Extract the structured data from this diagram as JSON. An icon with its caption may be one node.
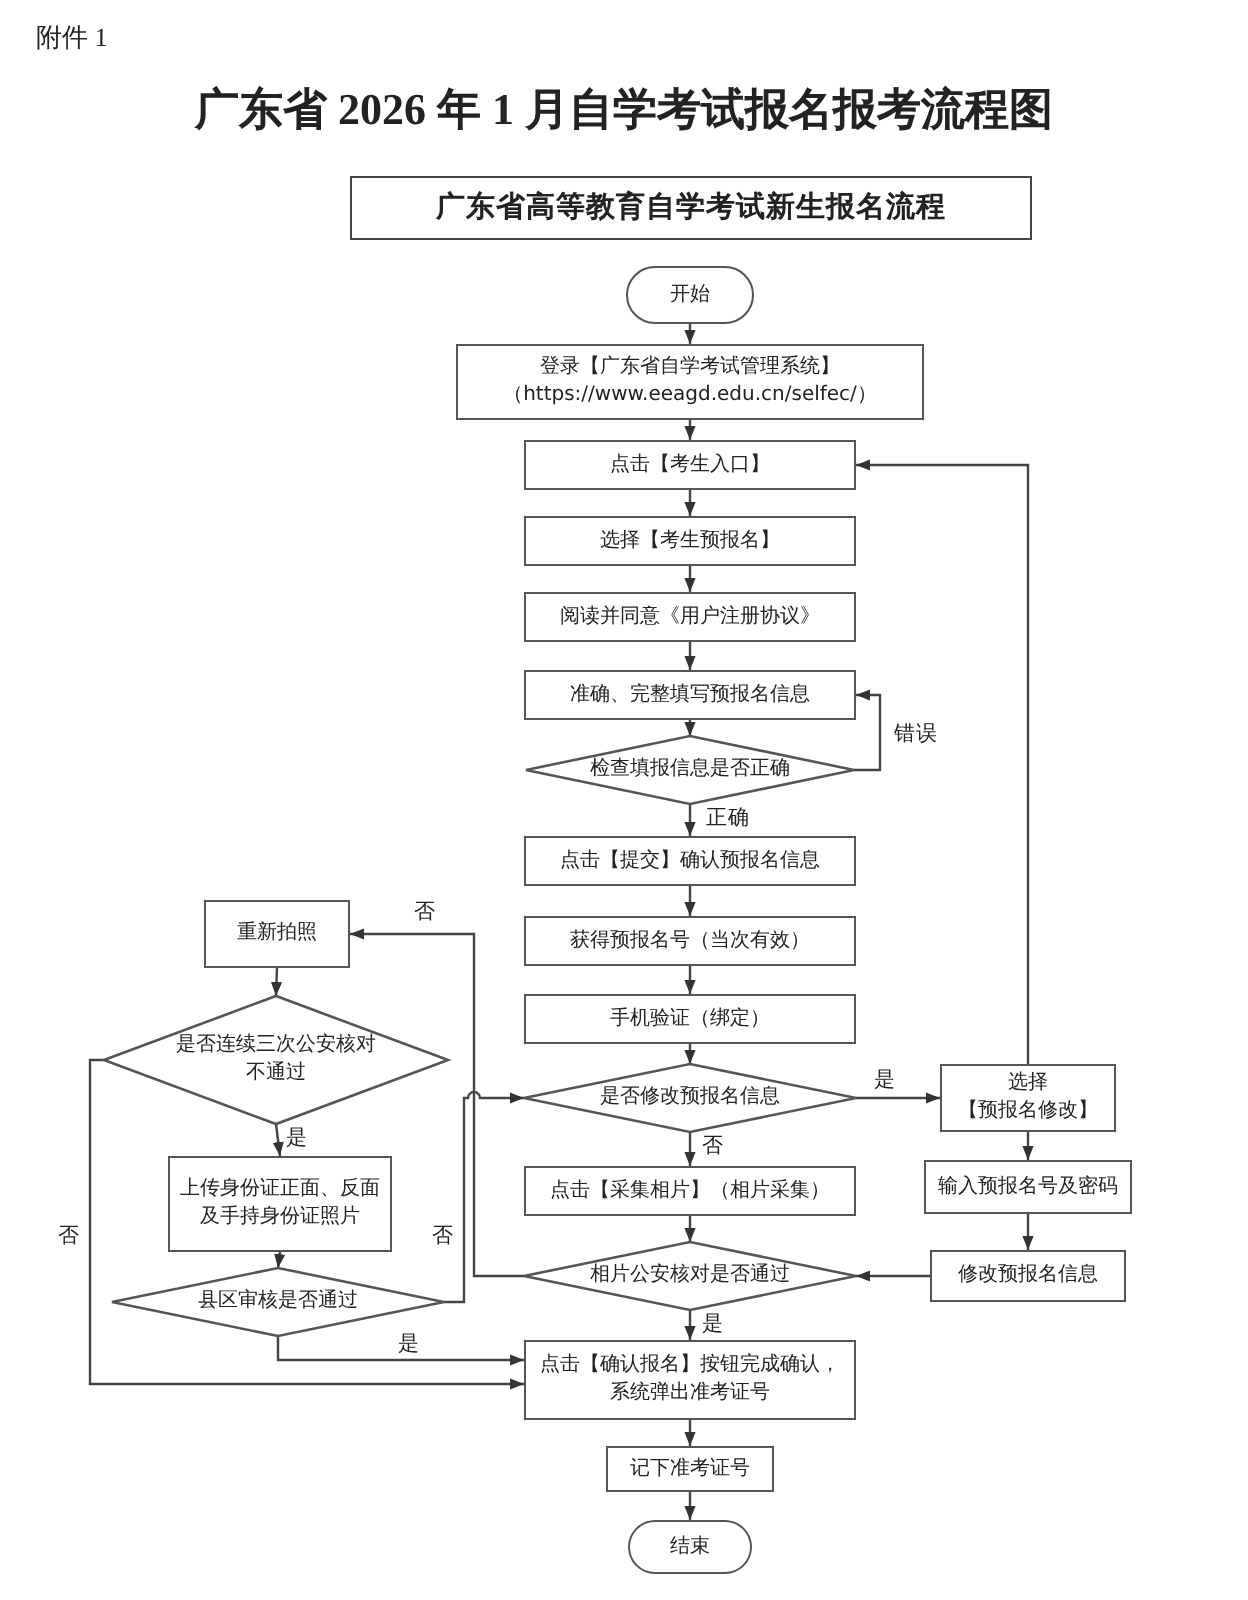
{
  "diagram": {
    "title": "广东省 2026 年 1 月自学考试报名报考流程图",
    "nodes": [
      {
        "text": [
          "广东省高等教育自学考试新生报名流程"
        ]
      },
      {
        "text": [
          "开始"
        ]
      },
      {
        "text": [
          "登录【广东省自学考试管理系统】（https://www.eeagd.edu.cn/selfec/）"
        ]
      },
      {
        "text": [
          "点击【考生入口】"
        ]
      },
      {
        "text": [
          "选择【考生预报名】"
        ]
      },
      {
        "text": [
          "阅读并同意《用户注册协议》"
        ]
      },
      {
        "text": [
          "准确、完整填写预报名信息"
        ]
      },
      {
        "text": [
          "检查填报信息是否正确"
        ]
      },
      {
        "text": [
          "点击【提交】确认预报名信息"
        ]
      },
      {
        "text": [
          "获得预报名号（当次有效）"
        ]
      },
      {
        "text": [
          "手机验证（绑定）"
        ]
      },
      {
        "text": [
          "是否修改预报名信息"
        ]
      },
      {
        "text": [
          "选择【预报名修改】"
        ]
      },
      {
        "text": [
          "输入预报名号及密码"
        ]
      },
      {
        "text": [
          "修改预报名信息"
        ]
      },
      {
        "text": [
          "点击【采集相片】（相片采集）"
        ]
      },
      {
        "text": [
          "相片公安核对是否通过"
        ]
      },
      {
        "text": [
          "重新拍照"
        ]
      },
      {
        "text": [
          "是否连续三次公安核对不通过"
        ]
      },
      {
        "text": [
          "上传身份证正面、反面及手持身份证照片"
        ]
      },
      {
        "text": [
          "县区审核是否通过"
        ]
      },
      {
        "text": [
          "点击【确认报名】按钮完成确认，系统弹出准考证号"
        ]
      },
      {
        "text": [
          "记下准考证号"
        ]
      },
      {
        "text": [
          "结束"
        ]
      }
    ],
    "edges": [
      {
        "from": 1,
        "to": 2,
        "arrow": "to"
      },
      {
        "from": 2,
        "to": 3,
        "arrow": "to"
      },
      {
        "from": 3,
        "to": 4,
        "arrow": "to"
      },
      {
        "from": 4,
        "to": 5,
        "arrow": "to"
      },
      {
        "from": 5,
        "to": 6,
        "arrow": "to"
      },
      {
        "from": 6,
        "to": 7,
        "arrow": "to"
      },
      {
        "from": 7,
        "to": 6,
        "arrow": "to",
        "label": "错误"
      },
      {
        "from": 7,
        "to": 8,
        "arrow": "to",
        "label": "正确"
      },
      {
        "from": 8,
        "to": 9,
        "arrow": "to"
      },
      {
        "from": 9,
        "to": 10,
        "arrow": "to"
      },
      {
        "from": 10,
        "to": 11,
        "arrow": "to"
      },
      {
        "from": 11,
        "to": 12,
        "arrow": "to",
        "label": "是"
      },
      {
        "from": 11,
        "to": 15,
        "arrow": "to",
        "label": "否"
      },
      {
        "from": 12,
        "to": 13,
        "arrow": "to"
      },
      {
        "from": 13,
        "to": 14,
        "arrow": "to"
      },
      {
        "from": 14,
        "to": 16,
        "arrow": "to"
      },
      {
        "from": 12,
        "to": 3,
        "arrow": "to"
      },
      {
        "from": 15,
        "to": 16,
        "arrow": "to"
      },
      {
        "from": 16,
        "to": 21,
        "arrow": "to",
        "label": "是"
      },
      {
        "from": 16,
        "to": 17,
        "arrow": "to",
        "label": "否"
      },
      {
        "from": 17,
        "to": 18,
        "arrow": "to"
      },
      {
        "from": 18,
        "to": 19,
        "arrow": "to",
        "label": "是"
      },
      {
        "from": 18,
        "to": 21,
        "arrow": "to",
        "label": "否"
      },
      {
        "from": 19,
        "to": 20,
        "arrow": "to"
      },
      {
        "from": 20,
        "to": 21,
        "arrow": "to",
        "label": "是"
      },
      {
        "from": 20,
        "to": 11,
        "arrow": "to",
        "label": "否"
      },
      {
        "from": 21,
        "to": 22,
        "arrow": "to"
      },
      {
        "from": 22,
        "to": 23,
        "arrow": "to"
      }
    ],
    "labels": [
      "附件 1"
    ]
  }
}
